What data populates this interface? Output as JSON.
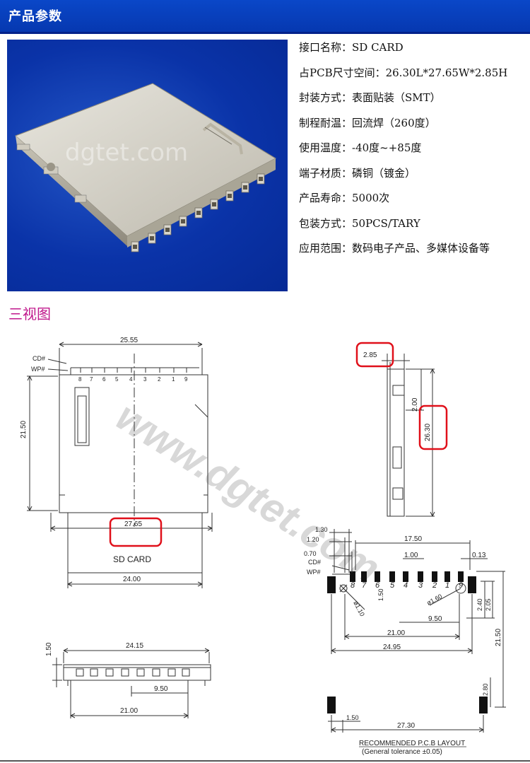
{
  "header": {
    "title": "产品参数"
  },
  "photo": {
    "watermark": "dgtet.com"
  },
  "specs": [
    "接口名称：SD CARD",
    "占PCB尺寸空间：26.30L*27.65W*2.85H",
    "封装方式：表面贴装（SMT）",
    "制程耐温：回流焊（260度）",
    "使用温度：-40度~+85度",
    "端子材质：磷铜（镀金）",
    "产品寿命：5000次",
    "包装方式：50PCS/TARY",
    "应用范围：数码电子产品、多媒体设备等"
  ],
  "views": {
    "title": "三视图",
    "watermark": "www.dgtet.com",
    "top_view": {
      "width_top": "25.55",
      "height": "21.50",
      "width_mid": "27.65",
      "width_bottom": "24.00",
      "cd": "CD#",
      "wp": "WP#",
      "card_label": "SD CARD",
      "pins": [
        "8",
        "7",
        "6",
        "5",
        "4",
        "3",
        "2",
        "1",
        "9"
      ]
    },
    "side_view": {
      "thickness": "2.85",
      "dim_a": "2.00",
      "length": "26.30"
    },
    "front_view": {
      "height": "1.50",
      "width_top": "24.15",
      "dim_950": "9.50",
      "width_bottom": "21.00"
    },
    "pcb_layout": {
      "d130": "1.30",
      "d120": "1.20",
      "d070": "0.70",
      "cd": "CD#",
      "wp": "WP#",
      "d1750": "17.50",
      "d100": "1.00",
      "d013": "0.13",
      "pins": [
        "8",
        "7",
        "6",
        "5",
        "4",
        "3",
        "2",
        "1",
        "9"
      ],
      "d150a": "1.50",
      "hole1": "ø1.10",
      "hole2": "ø1.60",
      "d240": "2.40",
      "d205": "2.05",
      "d950": "9.50",
      "d2100": "21.00",
      "d2495": "24.95",
      "d2150": "21.50",
      "d280": "2.80",
      "d150b": "1.50",
      "d2730": "27.30",
      "caption1": "RECOMMENDED  P.C.B  LAYOUT",
      "caption2": "(General tolerance  ±0.05)"
    }
  },
  "colors": {
    "header_bg": "#0638b0",
    "photo_bg": "#0a33a8",
    "highlight": "#e0101a",
    "views_title": "#c0188c"
  }
}
